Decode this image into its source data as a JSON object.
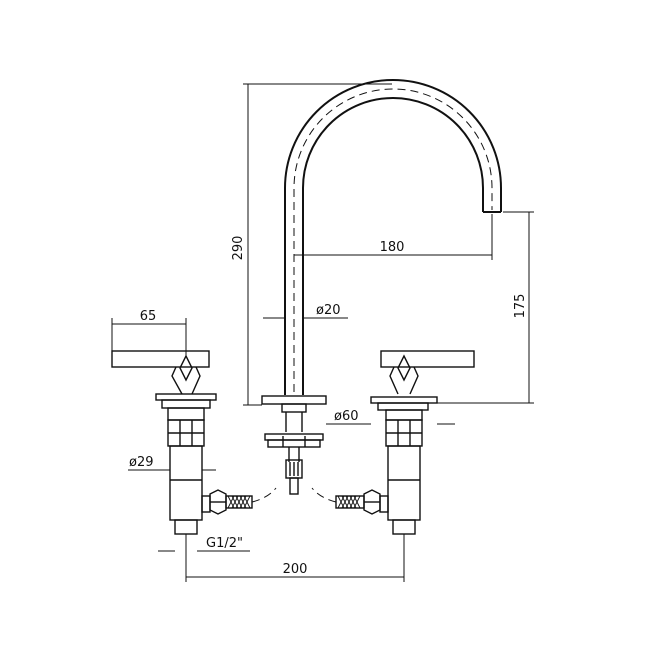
{
  "drawing": {
    "dimensions": {
      "overall_height": "290",
      "spout_reach": "180",
      "spout_clearance": "175",
      "spout_diameter": "ø20",
      "handle_width": "65",
      "base_diameter": "ø60",
      "valve_diameter": "ø29",
      "thread_size": "G1/2\"",
      "center_spacing": "200"
    }
  }
}
